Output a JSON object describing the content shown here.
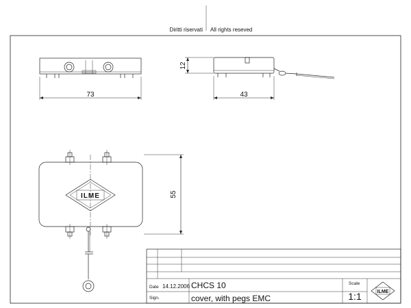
{
  "header": {
    "rights_it": "Diritti riservati",
    "rights_en": "All rights reseved"
  },
  "dimensions": {
    "top_width": "73",
    "side_height": "12",
    "side_width": "43",
    "front_height": "55"
  },
  "logo": {
    "text": "ILME"
  },
  "title_block": {
    "date_label": "Date",
    "date_value": "14.12.2006",
    "sign_label": "Sign.",
    "code": "CHCS 10",
    "description": "cover, with pegs EMC",
    "scale_label": "Scale",
    "scale_value": "1:1"
  },
  "colors": {
    "line": "#222222",
    "background": "#ffffff"
  }
}
